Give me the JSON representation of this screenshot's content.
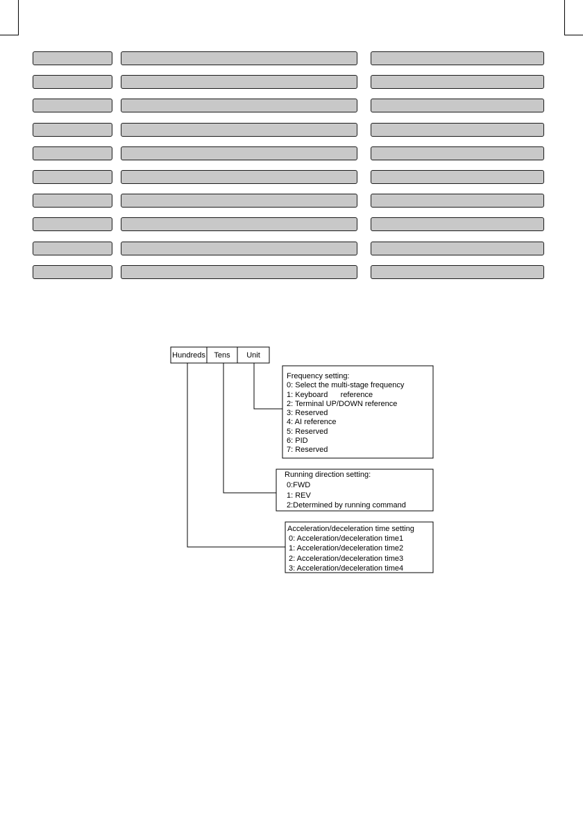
{
  "parameter_table": {
    "rows": [
      {
        "code": "",
        "name": "",
        "value": ""
      },
      {
        "code": "",
        "name": "",
        "value": ""
      },
      {
        "code": "",
        "name": "",
        "value": ""
      },
      {
        "code": "",
        "name": "",
        "value": ""
      },
      {
        "code": "",
        "name": "",
        "value": ""
      },
      {
        "code": "",
        "name": "",
        "value": ""
      },
      {
        "code": "",
        "name": "",
        "value": ""
      },
      {
        "code": "",
        "name": "",
        "value": ""
      },
      {
        "code": "",
        "name": "",
        "value": ""
      },
      {
        "code": "",
        "name": "",
        "value": ""
      }
    ]
  },
  "digit_headers": {
    "hundreds": "Hundreds",
    "tens": "Tens",
    "unit": "Unit"
  },
  "frequency_setting": {
    "title": "Frequency setting:",
    "options": [
      "0: Select the multi-stage frequency",
      "1: Keyboard      reference",
      "2: Terminal UP/DOWN reference",
      "3: Reserved",
      "4: AI reference",
      "5: Reserved",
      "6: PID",
      "7: Reserved"
    ]
  },
  "running_direction_setting": {
    "title": "Running direction setting:",
    "options": [
      "0:FWD",
      "1: REV",
      "2:Determined by running command"
    ]
  },
  "acc_dec_time_setting": {
    "title": "Acceleration/deceleration time setting",
    "options": [
      "0: Acceleration/deceleration time1",
      "1: Acceleration/deceleration time2",
      "2: Acceleration/deceleration time3",
      "3: Acceleration/deceleration time4"
    ]
  }
}
